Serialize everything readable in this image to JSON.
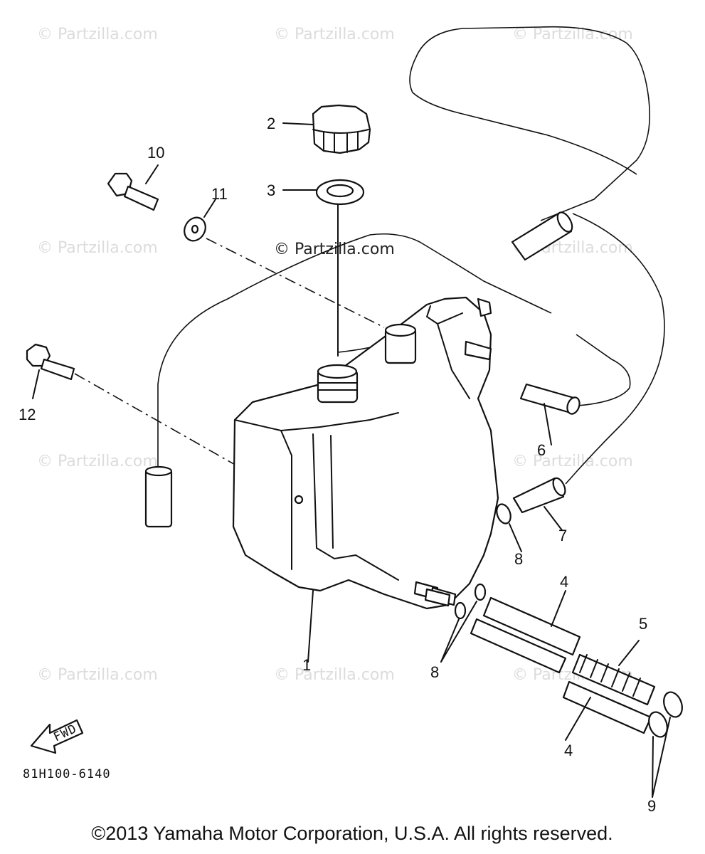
{
  "watermarks": {
    "text": "© Partzilla.com",
    "center": "© Partzilla.com"
  },
  "labels": {
    "p1": "1",
    "p2": "2",
    "p3": "3",
    "p4a": "4",
    "p4b": "4",
    "p5": "5",
    "p6": "6",
    "p7": "7",
    "p8a": "8",
    "p8b": "8",
    "p9": "9",
    "p10": "10",
    "p11": "11",
    "p12": "12"
  },
  "fwd_arrow": {
    "text": "FWD"
  },
  "diagram_code": "81H100-6140",
  "copyright": "©2013 Yamaha Motor Corporation, U.S.A. All rights reserved."
}
